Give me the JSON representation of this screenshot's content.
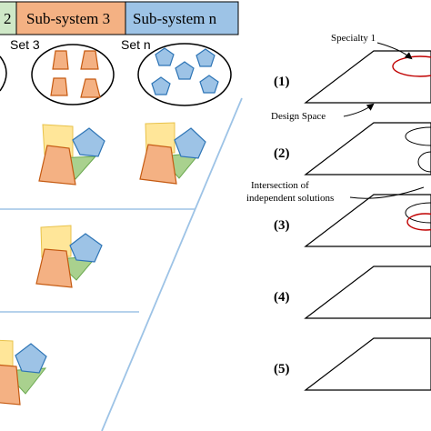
{
  "header": {
    "cells": [
      {
        "label": "2",
        "color": "#cfe8c7"
      },
      {
        "label": "Sub-system 3",
        "color": "#f4b183"
      },
      {
        "label": "Sub-system n",
        "color": "#9dc3e6"
      }
    ]
  },
  "sets": [
    {
      "label": "Set 3"
    },
    {
      "label": "Set n"
    }
  ],
  "steps": [
    {
      "label": "(1)"
    },
    {
      "label": "(2)"
    },
    {
      "label": "(3)"
    },
    {
      "label": "(4)"
    },
    {
      "label": "(5)"
    }
  ],
  "annotations": {
    "specialty": "Specialty 1",
    "design_space": "Design Space",
    "intersection_line1": "Intersection of",
    "intersection_line2": "independent solutions"
  },
  "colors": {
    "orange": "#f4b183",
    "orange_stroke": "#c55a11",
    "blue": "#9dc3e6",
    "blue_stroke": "#2e75b6",
    "yellow": "#ffe699",
    "green": "#a9d18e",
    "red_ellipse": "#c00000",
    "divider": "#9dc3e6"
  }
}
